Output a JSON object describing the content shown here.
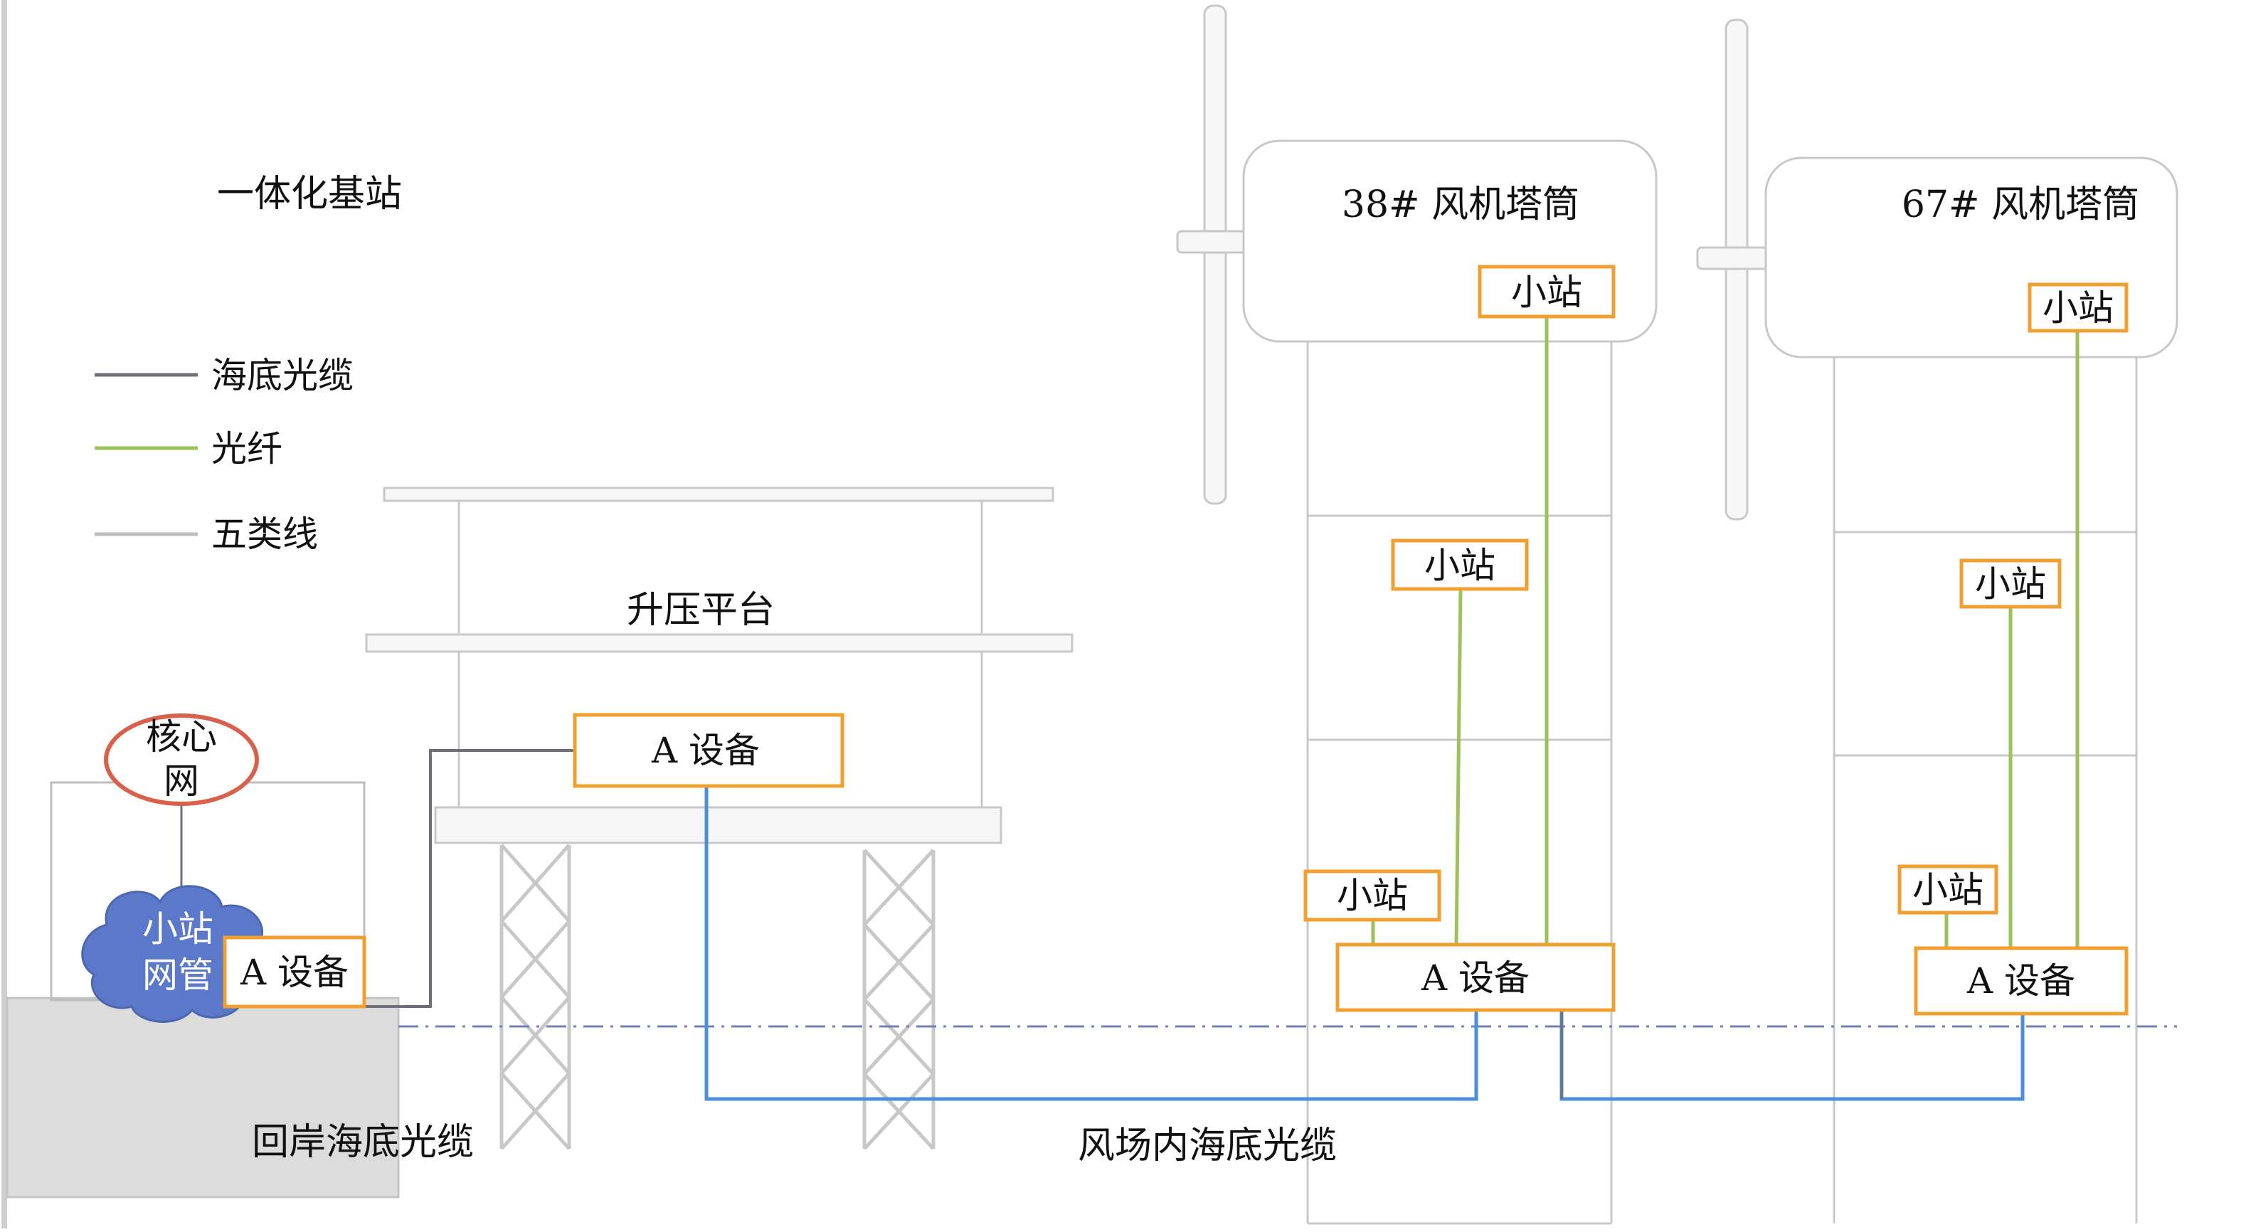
{
  "title": "一体化基站",
  "legend": [
    {
      "label": "海底光缆",
      "color": "#6f6f7a"
    },
    {
      "label": "光纤",
      "color": "#9ec25a"
    },
    {
      "label": "五类线",
      "color": "#bdbdbd"
    }
  ],
  "core_network": {
    "line1": "核心",
    "line2": "网"
  },
  "small_cell_mgmt": {
    "line1": "小站",
    "line2": "网管"
  },
  "device_a": "A 设备",
  "small_cell": "小站",
  "platform_label": "升压平台",
  "turbine_38": "38# 风机塔筒",
  "turbine_67": "67# 风机塔筒",
  "cable_shore": "回岸海底光缆",
  "cable_field": "风场内海底光缆",
  "colors": {
    "box_border": "#f0a030",
    "core_border": "#d9604a",
    "cloud_fill": "#5b79c8",
    "blue_cable": "#4d8ed8",
    "dark_cable": "#6f6f7a",
    "fiber": "#9ec25a",
    "structure": "#c8c8c8",
    "shore_fill": "#dcdcdc",
    "dashdot": "#7080b8"
  },
  "icons": {
    "cloud": "cloud-icon"
  }
}
